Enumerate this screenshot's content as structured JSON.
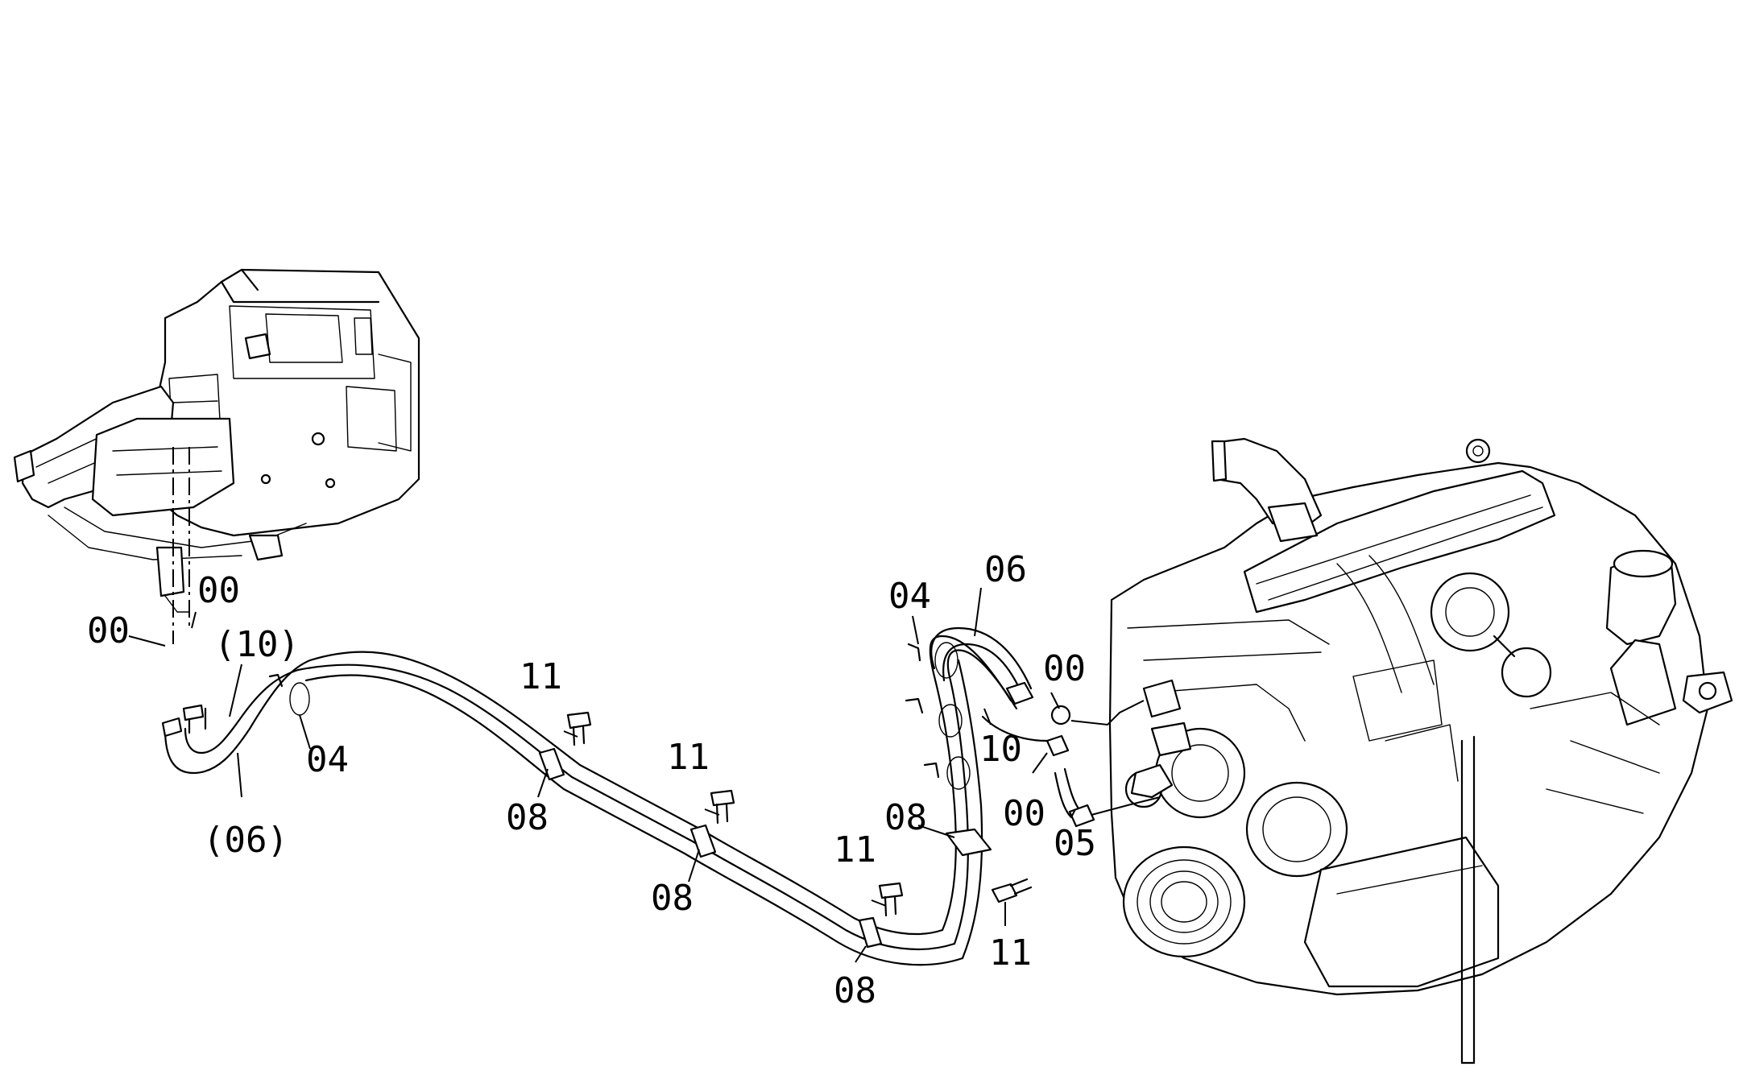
{
  "callouts": {
    "c00_a": "00",
    "c00_b": "00",
    "c10_paren": "(10)",
    "c04_left": "04",
    "c06_paren": "(06)",
    "c11_a": "11",
    "c08_a": "08",
    "c11_b": "11",
    "c08_b": "08",
    "c11_c": "11",
    "c08_c": "08",
    "c08_d": "08",
    "c04_right": "04",
    "c06_right": "06",
    "c10_right": "10",
    "c11_d": "11",
    "c00_c": "00",
    "c00_d": "00",
    "c05": "05"
  }
}
